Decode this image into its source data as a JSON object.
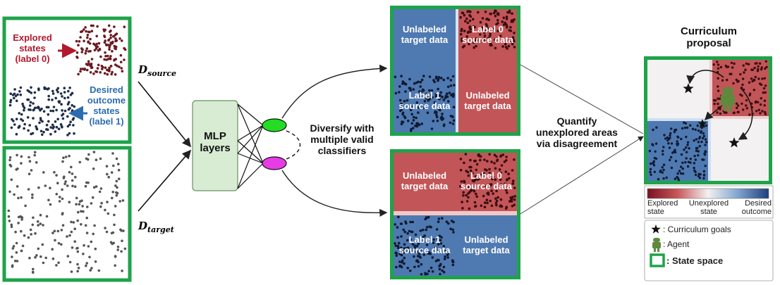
{
  "left_panel": {
    "explored_label": [
      "Explored",
      "states",
      "(label 0)"
    ],
    "desired_label": [
      "Desired",
      "outcome",
      "states",
      "(label 1)"
    ]
  },
  "d_source": {
    "main": "D",
    "sub": "source"
  },
  "d_target": {
    "main": "D",
    "sub": "target"
  },
  "mlp_label": [
    "MLP",
    "layers"
  ],
  "diversify_label": [
    "Diversify with",
    "multiple valid",
    "classifiers"
  ],
  "classifier_top": {
    "top_left": [
      "Unlabeled",
      "target data"
    ],
    "top_right": [
      "Label 0",
      "source data"
    ],
    "bottom_left": [
      "Label 1",
      "source data"
    ],
    "bottom_right": [
      "Unlabeled",
      "target data"
    ]
  },
  "classifier_bottom": {
    "top_left": [
      "Unlabeled",
      "target data"
    ],
    "top_right": [
      "Label 0",
      "source data"
    ],
    "bottom_left": [
      "Label 1",
      "source data"
    ],
    "bottom_right": [
      "Unlabeled",
      "target data"
    ]
  },
  "quantify_label": [
    "Quantify",
    "unexplored areas",
    "via disagreement"
  ],
  "curriculum_title": [
    "Curriculum",
    "proposal"
  ],
  "colorbar": {
    "labels": [
      [
        "Explored",
        "state"
      ],
      [
        "Unexplored",
        "state"
      ],
      [
        "Desired",
        "outcome"
      ]
    ],
    "colors": [
      "#7a1020",
      "#f3f1f1",
      "#1e3f7a"
    ]
  },
  "legend": {
    "goals": ": Curriculum goals",
    "agent": ": Agent",
    "state_space": ": State space"
  },
  "colors": {
    "green_frame": "#1fa34a",
    "red_text": "#b2182b",
    "blue_text": "#2b6cb0",
    "blue_region": "#4f79b1",
    "red_region": "#c25557",
    "mlp_fill": "#d8ecd3",
    "node_top": "#22dd22",
    "node_bottom": "#e63ce6"
  },
  "icons": {
    "star": "star-icon",
    "agent": "robot-agent-icon",
    "state_space": "square-frame-icon"
  }
}
